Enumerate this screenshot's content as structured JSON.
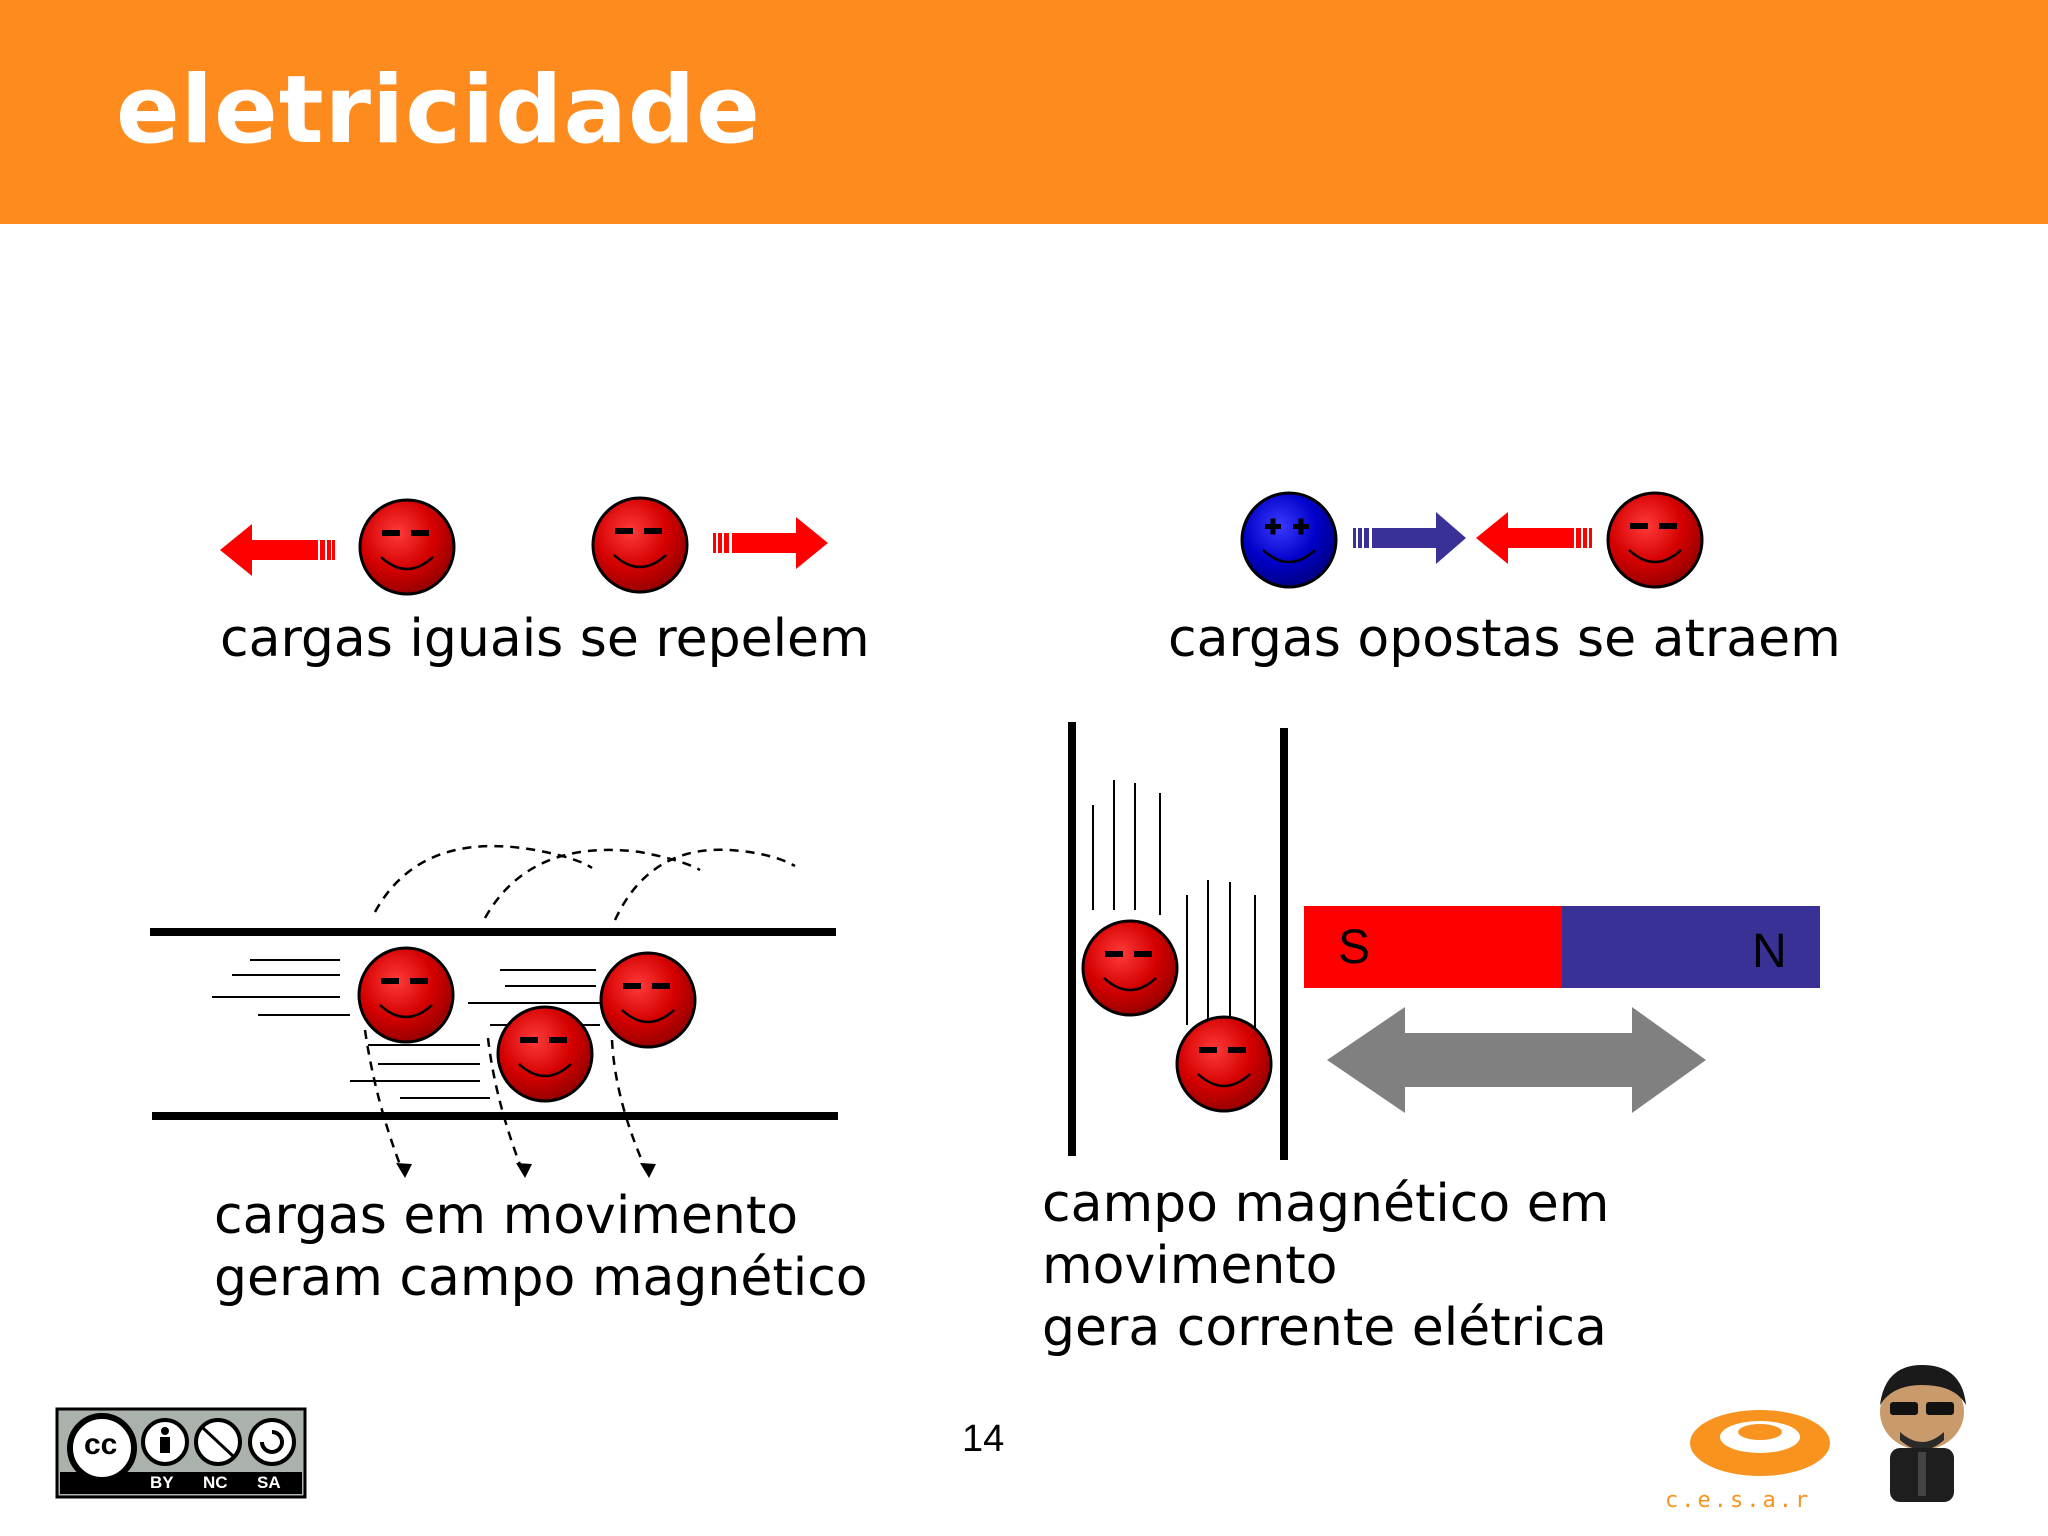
{
  "slide": {
    "title": "eletricidade",
    "page_number": "14"
  },
  "panels": {
    "repel": {
      "caption": "cargas iguais se repelem"
    },
    "attract": {
      "caption": "cargas opostas se atraem"
    },
    "moving_charges": {
      "line1": "cargas em movimento",
      "line2": "geram campo magnético"
    },
    "induction": {
      "line1": "campo magnético em",
      "line2": "movimento",
      "line3": "gera corrente elétrica"
    }
  },
  "magnet": {
    "south_label": "S",
    "north_label": "N"
  },
  "footer": {
    "license": {
      "cc": "cc",
      "by": "BY",
      "nc": "NC",
      "sa": "SA"
    },
    "logo_text": "c.e.s.a.r"
  },
  "colors": {
    "header": "#fd8b1e",
    "negative_charge": "#d40000",
    "positive_charge": "#0000c8",
    "magnet_south": "#ff0000",
    "magnet_north": "#3a3197",
    "motion_arrow": "#808080"
  },
  "icons": [
    "negative-charge-icon",
    "positive-charge-icon",
    "left-arrow-icon",
    "right-arrow-icon",
    "double-arrow-icon",
    "creative-commons-icon",
    "cesar-logo-icon",
    "mascot-icon"
  ]
}
